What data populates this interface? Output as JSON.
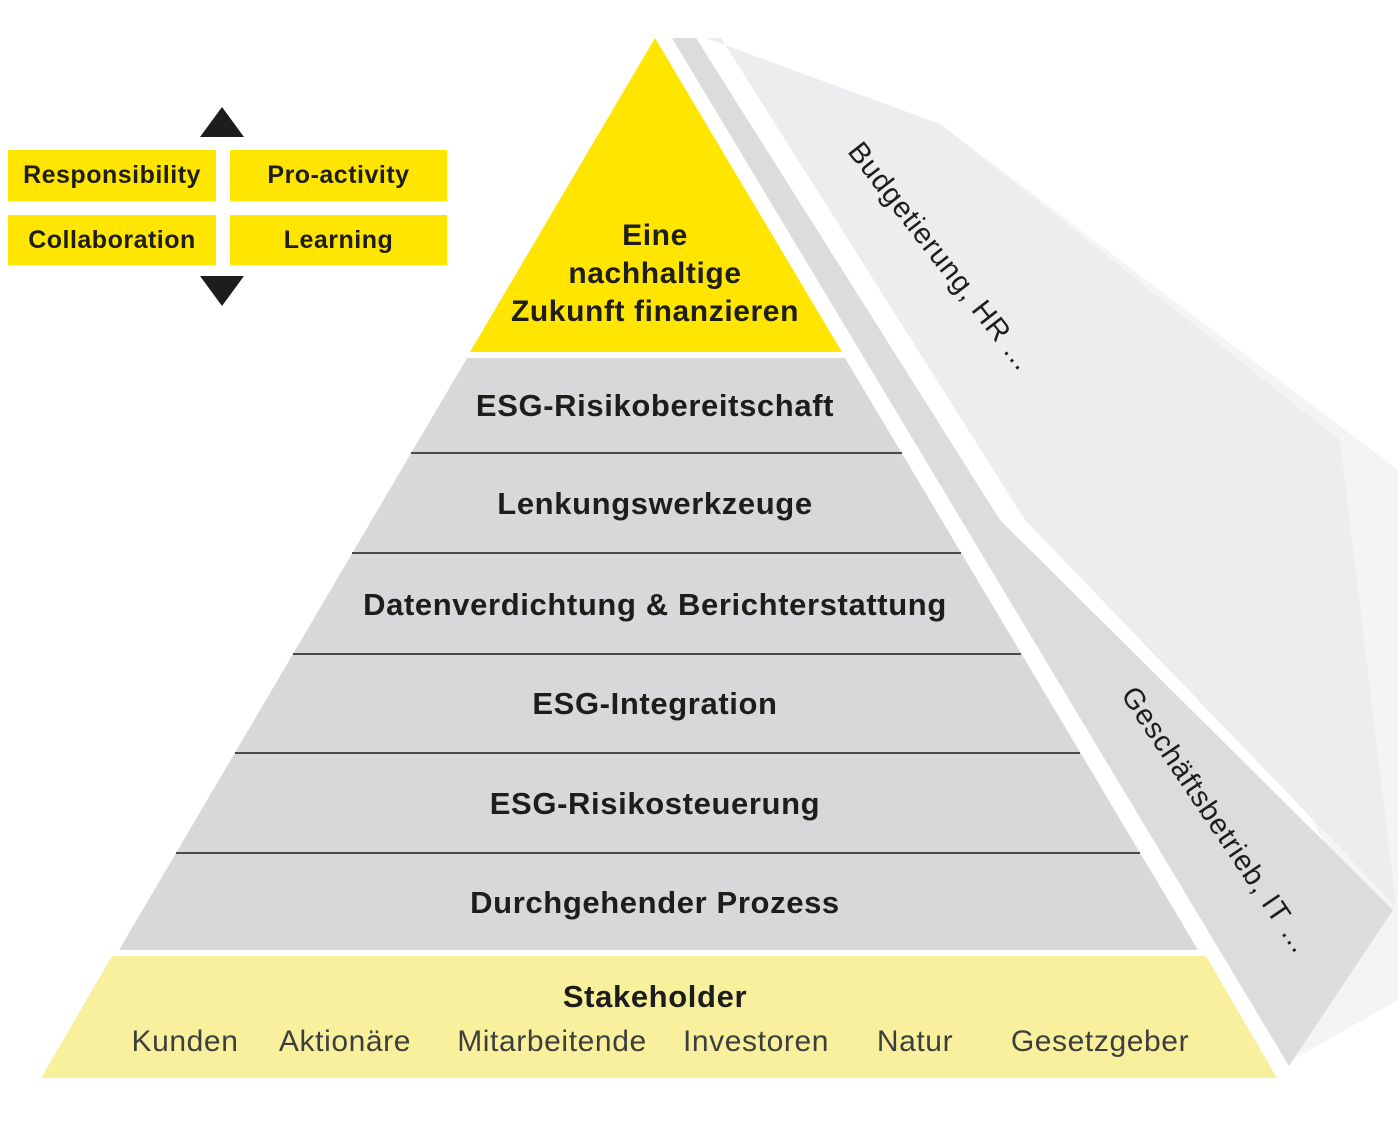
{
  "principles": {
    "items": [
      "Responsibility",
      "Pro-activity",
      "Collaboration",
      "Learning"
    ],
    "icons": {
      "top": "up-arrow",
      "bottom": "down-arrow"
    }
  },
  "pyramid": {
    "apex": {
      "line1": "Eine",
      "line2": "nachhaltige",
      "line3": "Zukunft finanzieren"
    },
    "layers": [
      "ESG-Risikobereitschaft",
      "Lenkungswerkzeuge",
      "Datenverdichtung & Berichterstattung",
      "ESG-Integration",
      "ESG-Risikosteuerung",
      "Durchgehender Prozess"
    ],
    "base": {
      "title": "Stakeholder",
      "items": [
        "Kunden",
        "Aktionäre",
        "Mitarbeitende",
        "Investoren",
        "Natur",
        "Gesetzgeber"
      ]
    }
  },
  "side_bands": {
    "top": "Budgetierung, HR ...",
    "bottom": "Geschäftsbetrieb, IT ..."
  },
  "colors": {
    "accent_yellow": "#FFE500",
    "pale_yellow": "#F9F09E",
    "pyramid_gray": "#D8D8DA",
    "band_gray": "#DCDCDE",
    "band_light_gray": "#EDEDEF",
    "band_faint_gray": "#F4F4F6",
    "divider_gray": "#4A4A4A",
    "text_black": "#1D1D1B"
  }
}
